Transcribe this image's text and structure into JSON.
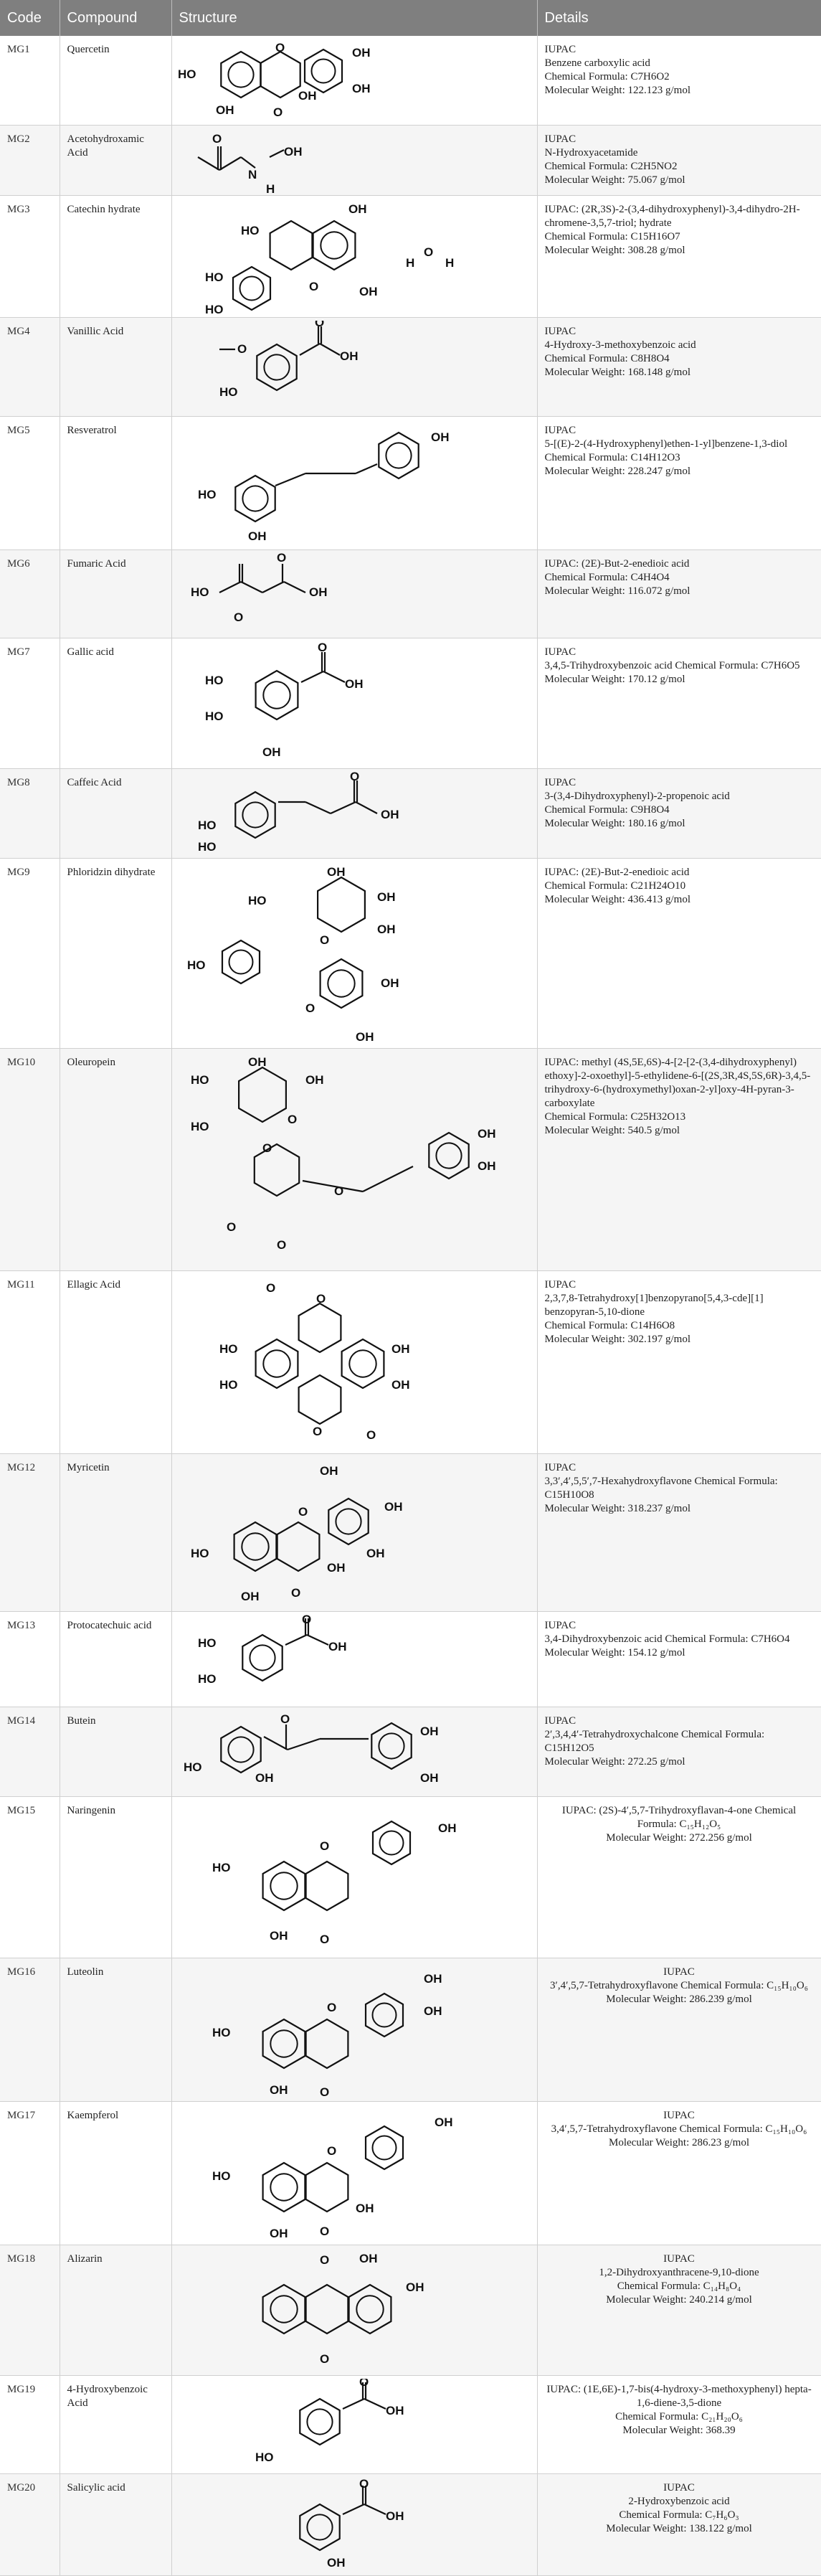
{
  "headers": {
    "code": "Code",
    "compound": "Compound",
    "structure": "Structure",
    "details": "Details"
  },
  "rows": [
    {
      "code": "MG1",
      "compound": "Quercetin",
      "details": [
        "IUPAC",
        "Benzene carboxylic acid",
        "Chemical Formula: C7H6O2",
        "Molecular Weight: 122.123 g/mol"
      ]
    },
    {
      "code": "MG2",
      "compound": "Acetohydroxamic Acid",
      "details": [
        "IUPAC",
        "N-Hydroxyacetamide",
        "Chemical Formula: C2H5NO2",
        "Molecular Weight: 75.067 g/mol"
      ]
    },
    {
      "code": "MG3",
      "compound": "Catechin hydrate",
      "details": [
        "IUPAC: (2R,3S)-2-(3,4-dihydroxyphenyl)-3,4-dihydro-2H-chromene-3,5,7-triol; hydrate",
        "Chemical Formula: C15H16O7",
        "Molecular Weight: 308.28 g/mol"
      ]
    },
    {
      "code": "MG4",
      "compound": "Vanillic Acid",
      "details": [
        "IUPAC",
        "4-Hydroxy-3-methoxybenzoic acid",
        "Chemical Formula: C8H8O4",
        "Molecular Weight: 168.148 g/mol"
      ]
    },
    {
      "code": "MG5",
      "compound": "Resveratrol",
      "details": [
        "IUPAC",
        "5-[(E)-2-(4-Hydroxyphenyl)ethen-1-yl]benzene-1,3-diol",
        "Chemical Formula: C14H12O3",
        "Molecular Weight: 228.247 g/mol"
      ]
    },
    {
      "code": "MG6",
      "compound": "Fumaric Acid",
      "details": [
        "IUPAC: (2E)-But-2-enedioic acid",
        "Chemical Formula: C4H4O4",
        "Molecular Weight: 116.072 g/mol"
      ]
    },
    {
      "code": "MG7",
      "compound": "Gallic acid",
      "details": [
        "IUPAC",
        "3,4,5-Trihydroxybenzoic acid Chemical Formula: C7H6O5",
        "Molecular Weight: 170.12 g/mol"
      ]
    },
    {
      "code": "MG8",
      "compound": "Caffeic Acid",
      "details": [
        "IUPAC",
        "3-(3,4-Dihydroxyphenyl)-2-propenoic acid",
        "Chemical Formula: C9H8O4",
        "Molecular Weight: 180.16 g/mol"
      ]
    },
    {
      "code": "MG9",
      "compound": "Phloridzin dihydrate",
      "details": [
        "IUPAC: (2E)-But-2-enedioic acid",
        "Chemical Formula: C21H24O10",
        "Molecular Weight: 436.413 g/mol"
      ]
    },
    {
      "code": "MG10",
      "compound": "Oleuropein",
      "details": [
        "IUPAC: methyl (4S,5E,6S)-4-[2-[2-(3,4-dihydroxyphenyl) ethoxy]-2-oxoethyl]-5-ethylidene-6-[(2S,3R,4S,5S,6R)-3,4,5-trihydroxy-6-(hydroxymethyl)oxan-2-yl]oxy-4H-pyran-3-carboxylate",
        "Chemical Formula: C25H32O13",
        "Molecular Weight: 540.5 g/mol"
      ]
    },
    {
      "code": "MG11",
      "compound": "Ellagic Acid",
      "details": [
        "IUPAC",
        "2,3,7,8-Tetrahydroxy[1]benzopyrano[5,4,3-cde][1] benzopyran-5,10-dione",
        "Chemical Formula: C14H6O8",
        "Molecular Weight: 302.197 g/mol"
      ]
    },
    {
      "code": "MG12",
      "compound": "Myricetin",
      "details": [
        "IUPAC",
        "3,3′,4′,5,5′,7-Hexahydroxyflavone Chemical Formula: C15H10O8",
        "Molecular Weight: 318.237 g/mol"
      ]
    },
    {
      "code": "MG13",
      "compound": "Protocatechuic acid",
      "details": [
        "IUPAC",
        "3,4-Dihydroxybenzoic acid Chemical Formula: C7H6O4",
        "Molecular Weight: 154.12 g/mol"
      ]
    },
    {
      "code": "MG14",
      "compound": "Butein",
      "details": [
        "IUPAC",
        "2′,3,4,4′-Tetrahydroxychalcone Chemical Formula: C15H12O5",
        "Molecular Weight: 272.25 g/mol"
      ]
    },
    {
      "code": "MG15",
      "compound": "Naringenin",
      "details": [
        "IUPAC: (2S)-4′,5,7-Trihydroxyflavan-4-one Chemical Formula: C₁₅H₁₂O₅",
        "Molecular Weight: 272.256 g/mol"
      ]
    },
    {
      "code": "MG16",
      "compound": "Luteolin",
      "details": [
        "IUPAC",
        "3′,4′,5,7-Tetrahydroxyflavone Chemical Formula: C₁₅H₁₀O₆",
        "Molecular Weight: 286.239 g/mol"
      ]
    },
    {
      "code": "MG17",
      "compound": "Kaempferol",
      "details": [
        "IUPAC",
        "3,4′,5,7-Tetrahydroxyflavone Chemical Formula: C₁₅H₁₀O₆",
        "Molecular Weight: 286.23 g/mol"
      ]
    },
    {
      "code": "MG18",
      "compound": "Alizarin",
      "details": [
        "IUPAC",
        "1,2-Dihydroxyanthracene-9,10-dione",
        "Chemical Formula: C₁₄H₈O₄",
        "Molecular Weight: 240.214 g/mol"
      ]
    },
    {
      "code": "MG19",
      "compound": "4-Hydroxybenzoic Acid",
      "details": [
        "IUPAC: (1E,6E)-1,7-bis(4-hydroxy-3-methoxyphenyl) hepta-1,6-diene-3,5-dione",
        "Chemical Formula: C₂₁H₂₀O₆",
        "Molecular Weight: 368.39"
      ]
    },
    {
      "code": "MG20",
      "compound": "Salicylic acid",
      "details": [
        "IUPAC",
        "2-Hydroxybenzoic acid",
        "Chemical Formula: C₇H₆O₃",
        "Molecular Weight: 138.122 g/mol"
      ]
    }
  ]
}
